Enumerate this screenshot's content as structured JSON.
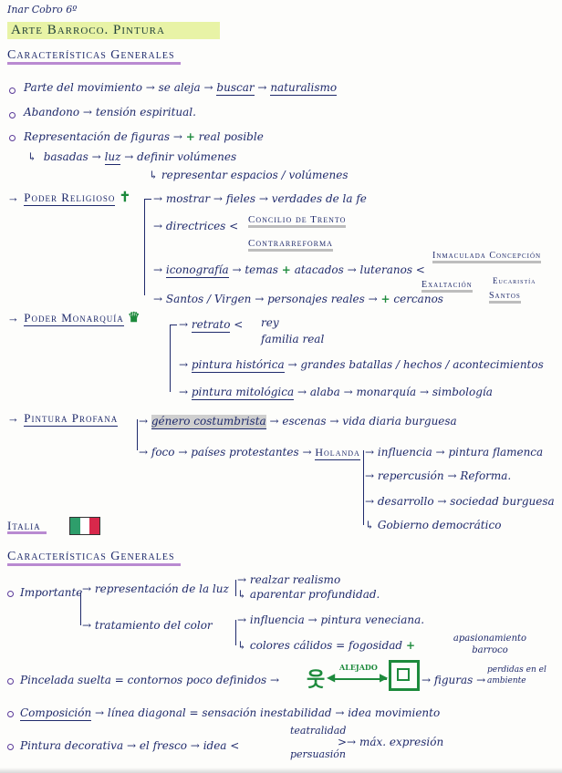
{
  "header": {
    "author": "Inar Cobro 6º",
    "title": "Arte Barroco. Pintura",
    "section1_title": "Características Generales"
  },
  "general": {
    "bullet1": {
      "a": "Parte del movimiento",
      "b": "se aleja",
      "c": "buscar",
      "d": "naturalismo"
    },
    "bullet2": {
      "a": "Abandono",
      "b": "tensión espiritual."
    },
    "bullet3": {
      "a": "Representación de figuras",
      "plus": "+",
      "b": "real posible",
      "c": "basadas",
      "d": "luz",
      "e": "definir volúmenes",
      "f": "representar espacios / volúmenes"
    }
  },
  "poder_religioso": {
    "title": "Poder Religioso",
    "icon": "cross-icon",
    "row1": {
      "a": "mostrar",
      "b": "fieles",
      "c": "verdades de la fe"
    },
    "row2": {
      "a": "directrices",
      "b": "Concilio de Trento",
      "c": "Contrarreforma"
    },
    "row3": {
      "a": "iconografía",
      "b": "temas",
      "plus": "+",
      "c": "atacados",
      "d": "luteranos",
      "e": "Inmaculada Concepción",
      "f": "Exaltación",
      "g": "Eucaristía",
      "h": "Santos"
    },
    "row4": {
      "a": "Santos / Virgen",
      "b": "personajes reales",
      "plus": "+",
      "c": "cercanos"
    }
  },
  "poder_monarquia": {
    "title": "Poder Monarquía",
    "icon": "crown-icon",
    "row1": {
      "a": "retrato",
      "b": "rey",
      "c": "familia real"
    },
    "row2": {
      "a": "pintura histórica",
      "b": "grandes batallas / hechos / acontecimientos"
    },
    "row3": {
      "a": "pintura mitológica",
      "b": "alaba",
      "c": "monarquía",
      "d": "simbología"
    }
  },
  "pintura_profana": {
    "title": "Pintura Profana",
    "row1": {
      "a": "género costumbrista",
      "b": "escenas",
      "c": "vida diaria burguesa"
    },
    "row2": {
      "a": "foco",
      "b": "países protestantes",
      "c": "Holanda"
    },
    "holanda": [
      {
        "a": "influencia",
        "b": "pintura flamenca"
      },
      {
        "a": "repercusión",
        "b": "Reforma."
      },
      {
        "a": "desarrollo",
        "b": "sociedad burguesa"
      },
      {
        "a": "Gobierno democrático",
        "b": ""
      }
    ]
  },
  "italia": {
    "title": "Italia",
    "flag_colors": [
      "#2e9e6b",
      "#ffffff",
      "#d8284b"
    ],
    "section_title": "Características Generales",
    "importante": {
      "a": "Importante",
      "b": "representación de la luz",
      "c": "realzar realismo",
      "d": "aparentar profundidad.",
      "e": "tratamiento del color",
      "f": "influencia",
      "g": "pintura veneciana.",
      "h": "colores cálidos",
      "eq": "=",
      "i": "fogosidad",
      "plus": "+",
      "j": "apasionamiento barroco"
    },
    "pincelada": {
      "a": "Pincelada suelta",
      "eq": "=",
      "b": "contornos poco definidos",
      "c": "ALEJADO",
      "d": "figuras",
      "e": "perdidas en el ambiente"
    },
    "composicion": {
      "a": "Composición",
      "b": "línea diagonal",
      "eq": "=",
      "c": "sensación inestabilidad",
      "d": "idea movimiento"
    },
    "decorativa": {
      "a": "Pintura decorativa",
      "b": "el fresco",
      "c": "idea",
      "d": "teatralidad",
      "e": "persuasión",
      "f": "máx. expresión"
    }
  },
  "arrow": "→"
}
